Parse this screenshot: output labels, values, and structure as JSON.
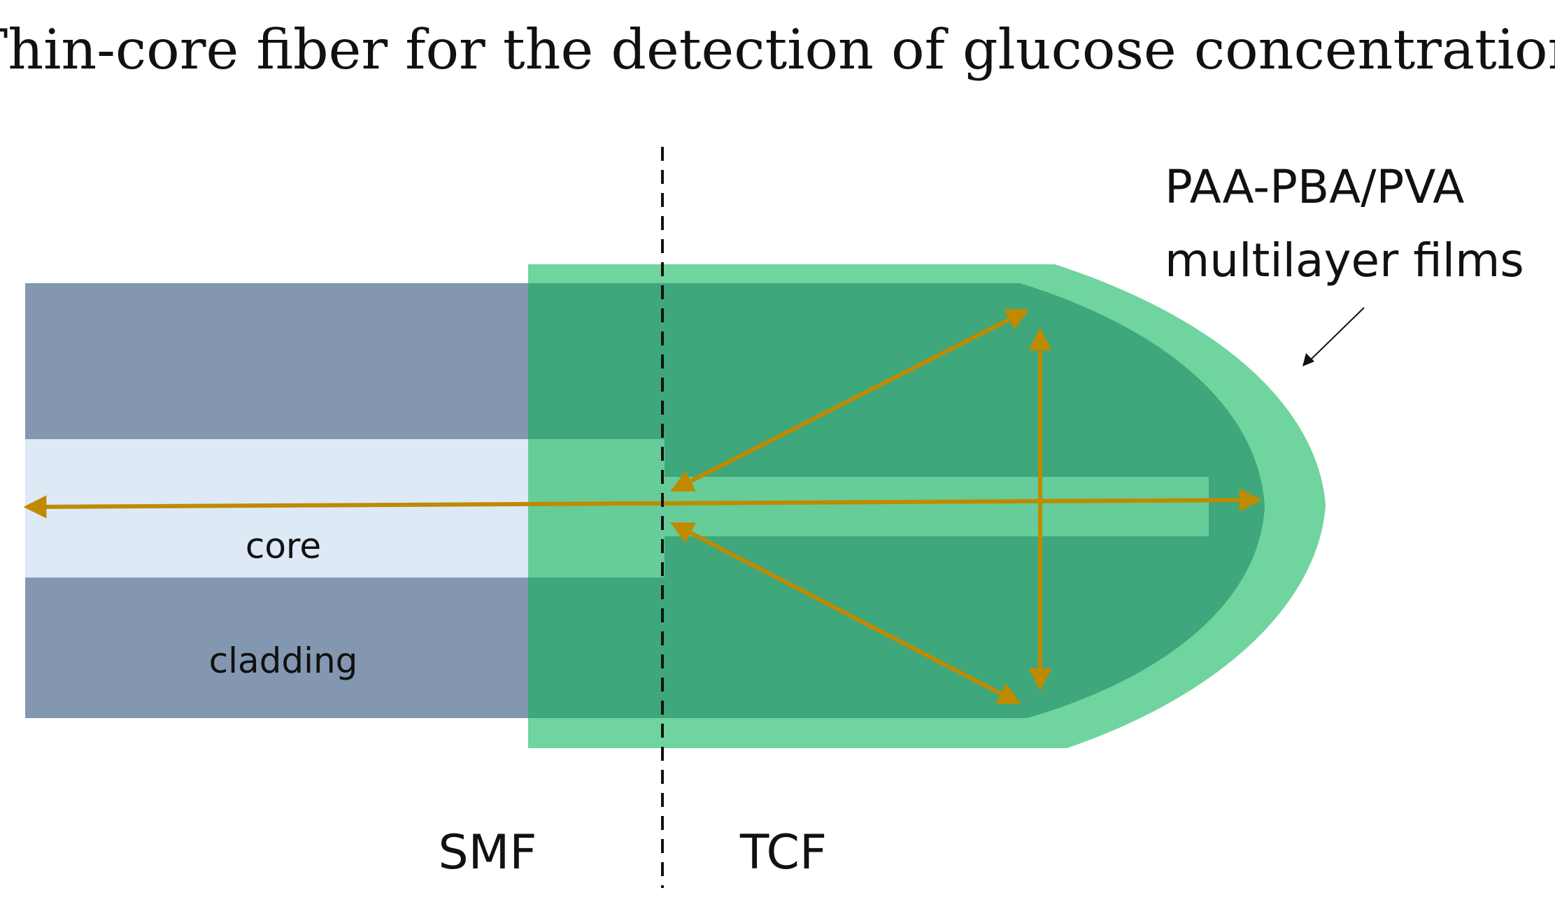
{
  "title": "Thin-core fiber for the detection of glucose concentration",
  "labels": {
    "coating_line1": "PAA-PBA/PVA",
    "coating_line2": "multilayer films",
    "core": "core",
    "cladding": "cladding",
    "smf": "SMF",
    "tcf": "TCF"
  },
  "colors": {
    "smf_cladding": "#8397b0",
    "smf_core": "#dde9f5",
    "tcf_cladding": "#3ea77c",
    "tcf_core": "#66cc99",
    "coating": "#70d49e",
    "light_path": "#bf8a00",
    "divider": "#111111"
  }
}
